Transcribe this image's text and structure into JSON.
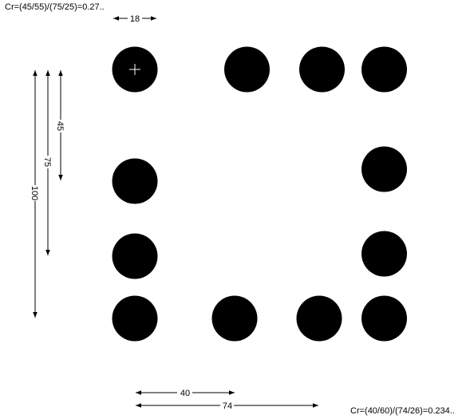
{
  "captions": {
    "top": "Cr=(45/55)/(75/25)=0.27..",
    "bottom": "Cr=(40/60)/(74/26)=0.234.."
  },
  "dimensions": {
    "dot_diameter": "18",
    "vertical_inner": "45",
    "vertical_middle": "75",
    "vertical_outer": "100",
    "horizontal_inner": "40",
    "horizontal_outer": "74"
  },
  "colors": {
    "dot": "#000000",
    "fixation_mark": "#ffffff",
    "line": "#000000"
  },
  "marker": "fixation-cross-icon"
}
